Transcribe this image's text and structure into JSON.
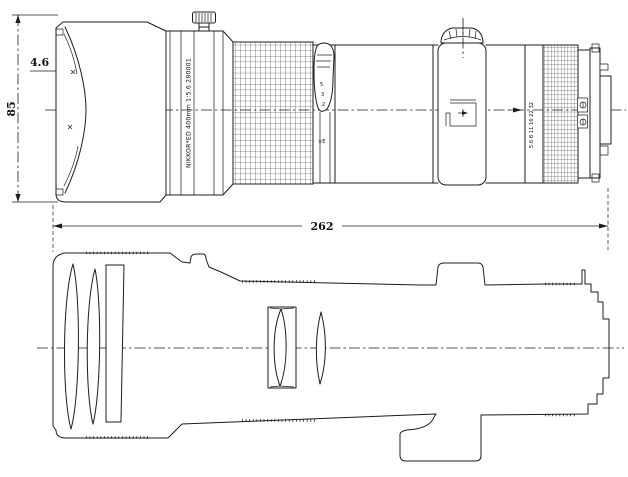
{
  "drawing": {
    "dim_height": "85",
    "dim_front": "4.6",
    "dim_length": "262",
    "barrel_text": "NIKKOR*ED 400mm 1:5.6 280001",
    "aperture_scale": "5.6 8 11 16 22 32",
    "focus_marks": [
      "5",
      "3",
      "2"
    ],
    "focus_label": "×E"
  },
  "colors": {
    "ink": "#1c1c1c",
    "paper": "#ffffff"
  }
}
